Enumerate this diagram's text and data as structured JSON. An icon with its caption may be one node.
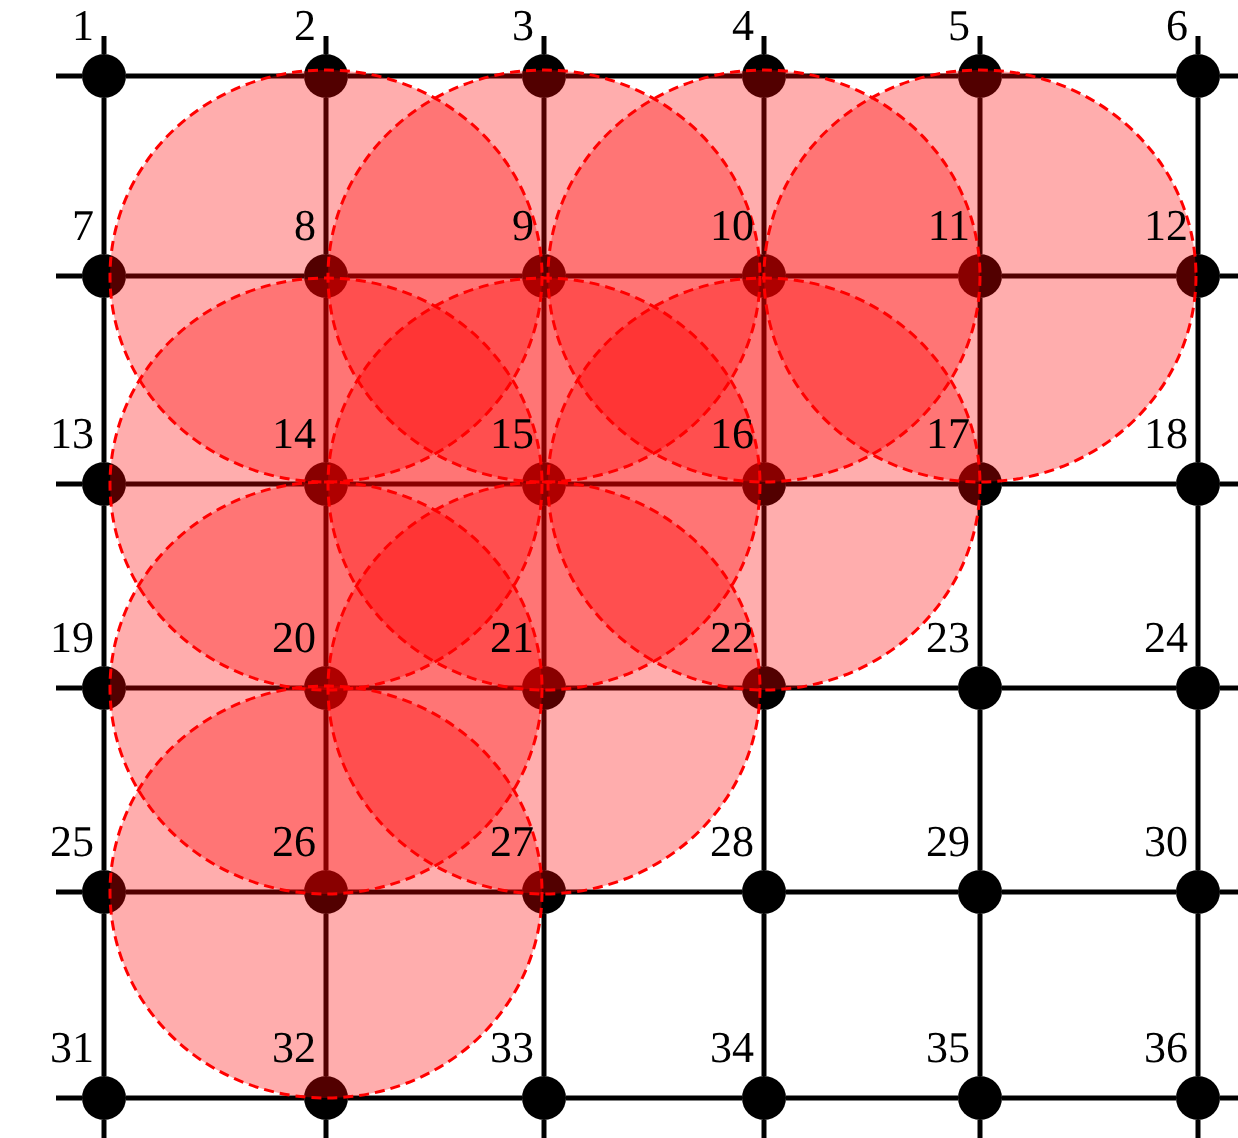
{
  "diagram": {
    "nodes": [
      {
        "text": [
          "1"
        ]
      },
      {
        "text": [
          "2"
        ]
      },
      {
        "text": [
          "3"
        ]
      },
      {
        "text": [
          "4"
        ]
      },
      {
        "text": [
          "5"
        ]
      },
      {
        "text": [
          "6"
        ]
      },
      {
        "text": [
          "7"
        ]
      },
      {
        "text": [
          "8"
        ]
      },
      {
        "text": [
          "9"
        ]
      },
      {
        "text": [
          "10"
        ]
      },
      {
        "text": [
          "11"
        ]
      },
      {
        "text": [
          "12"
        ]
      },
      {
        "text": [
          "13"
        ]
      },
      {
        "text": [
          "14"
        ]
      },
      {
        "text": [
          "15"
        ]
      },
      {
        "text": [
          "16"
        ]
      },
      {
        "text": [
          "17"
        ]
      },
      {
        "text": [
          "18"
        ]
      },
      {
        "text": [
          "19"
        ]
      },
      {
        "text": [
          "20"
        ]
      },
      {
        "text": [
          "21"
        ]
      },
      {
        "text": [
          "22"
        ]
      },
      {
        "text": [
          "23"
        ]
      },
      {
        "text": [
          "24"
        ]
      },
      {
        "text": [
          "25"
        ]
      },
      {
        "text": [
          "26"
        ]
      },
      {
        "text": [
          "27"
        ]
      },
      {
        "text": [
          "28"
        ]
      },
      {
        "text": [
          "29"
        ]
      },
      {
        "text": [
          "30"
        ]
      },
      {
        "text": [
          "31"
        ]
      },
      {
        "text": [
          "32"
        ]
      },
      {
        "text": [
          "33"
        ]
      },
      {
        "text": [
          "34"
        ]
      },
      {
        "text": [
          "35"
        ]
      },
      {
        "text": [
          "36"
        ]
      }
    ],
    "edges": [
      {
        "from": 0,
        "to": 1,
        "arrow": "none"
      },
      {
        "from": 1,
        "to": 2,
        "arrow": "none"
      },
      {
        "from": 2,
        "to": 3,
        "arrow": "none"
      },
      {
        "from": 3,
        "to": 4,
        "arrow": "none"
      },
      {
        "from": 4,
        "to": 5,
        "arrow": "none"
      },
      {
        "from": 6,
        "to": 7,
        "arrow": "none"
      },
      {
        "from": 7,
        "to": 8,
        "arrow": "none"
      },
      {
        "from": 8,
        "to": 9,
        "arrow": "none"
      },
      {
        "from": 9,
        "to": 10,
        "arrow": "none"
      },
      {
        "from": 10,
        "to": 11,
        "arrow": "none"
      },
      {
        "from": 12,
        "to": 13,
        "arrow": "none"
      },
      {
        "from": 13,
        "to": 14,
        "arrow": "none"
      },
      {
        "from": 14,
        "to": 15,
        "arrow": "none"
      },
      {
        "from": 15,
        "to": 16,
        "arrow": "none"
      },
      {
        "from": 16,
        "to": 17,
        "arrow": "none"
      },
      {
        "from": 18,
        "to": 19,
        "arrow": "none"
      },
      {
        "from": 19,
        "to": 20,
        "arrow": "none"
      },
      {
        "from": 20,
        "to": 21,
        "arrow": "none"
      },
      {
        "from": 21,
        "to": 22,
        "arrow": "none"
      },
      {
        "from": 22,
        "to": 23,
        "arrow": "none"
      },
      {
        "from": 24,
        "to": 25,
        "arrow": "none"
      },
      {
        "from": 25,
        "to": 26,
        "arrow": "none"
      },
      {
        "from": 26,
        "to": 27,
        "arrow": "none"
      },
      {
        "from": 27,
        "to": 28,
        "arrow": "none"
      },
      {
        "from": 28,
        "to": 29,
        "arrow": "none"
      },
      {
        "from": 30,
        "to": 31,
        "arrow": "none"
      },
      {
        "from": 31,
        "to": 32,
        "arrow": "none"
      },
      {
        "from": 32,
        "to": 33,
        "arrow": "none"
      },
      {
        "from": 33,
        "to": 34,
        "arrow": "none"
      },
      {
        "from": 34,
        "to": 35,
        "arrow": "none"
      },
      {
        "from": 0,
        "to": 6,
        "arrow": "none"
      },
      {
        "from": 6,
        "to": 12,
        "arrow": "none"
      },
      {
        "from": 12,
        "to": 18,
        "arrow": "none"
      },
      {
        "from": 18,
        "to": 24,
        "arrow": "none"
      },
      {
        "from": 24,
        "to": 30,
        "arrow": "none"
      },
      {
        "from": 1,
        "to": 7,
        "arrow": "none"
      },
      {
        "from": 7,
        "to": 13,
        "arrow": "none"
      },
      {
        "from": 13,
        "to": 19,
        "arrow": "none"
      },
      {
        "from": 19,
        "to": 25,
        "arrow": "none"
      },
      {
        "from": 25,
        "to": 31,
        "arrow": "none"
      },
      {
        "from": 2,
        "to": 8,
        "arrow": "none"
      },
      {
        "from": 8,
        "to": 14,
        "arrow": "none"
      },
      {
        "from": 14,
        "to": 20,
        "arrow": "none"
      },
      {
        "from": 20,
        "to": 26,
        "arrow": "none"
      },
      {
        "from": 26,
        "to": 32,
        "arrow": "none"
      },
      {
        "from": 3,
        "to": 9,
        "arrow": "none"
      },
      {
        "from": 9,
        "to": 15,
        "arrow": "none"
      },
      {
        "from": 15,
        "to": 21,
        "arrow": "none"
      },
      {
        "from": 21,
        "to": 27,
        "arrow": "none"
      },
      {
        "from": 27,
        "to": 33,
        "arrow": "none"
      },
      {
        "from": 4,
        "to": 10,
        "arrow": "none"
      },
      {
        "from": 10,
        "to": 16,
        "arrow": "none"
      },
      {
        "from": 16,
        "to": 22,
        "arrow": "none"
      },
      {
        "from": 22,
        "to": 28,
        "arrow": "none"
      },
      {
        "from": 28,
        "to": 34,
        "arrow": "none"
      },
      {
        "from": 5,
        "to": 11,
        "arrow": "none"
      },
      {
        "from": 11,
        "to": 17,
        "arrow": "none"
      },
      {
        "from": 17,
        "to": 23,
        "arrow": "none"
      },
      {
        "from": 23,
        "to": 29,
        "arrow": "none"
      },
      {
        "from": 29,
        "to": 35,
        "arrow": "none"
      }
    ]
  }
}
